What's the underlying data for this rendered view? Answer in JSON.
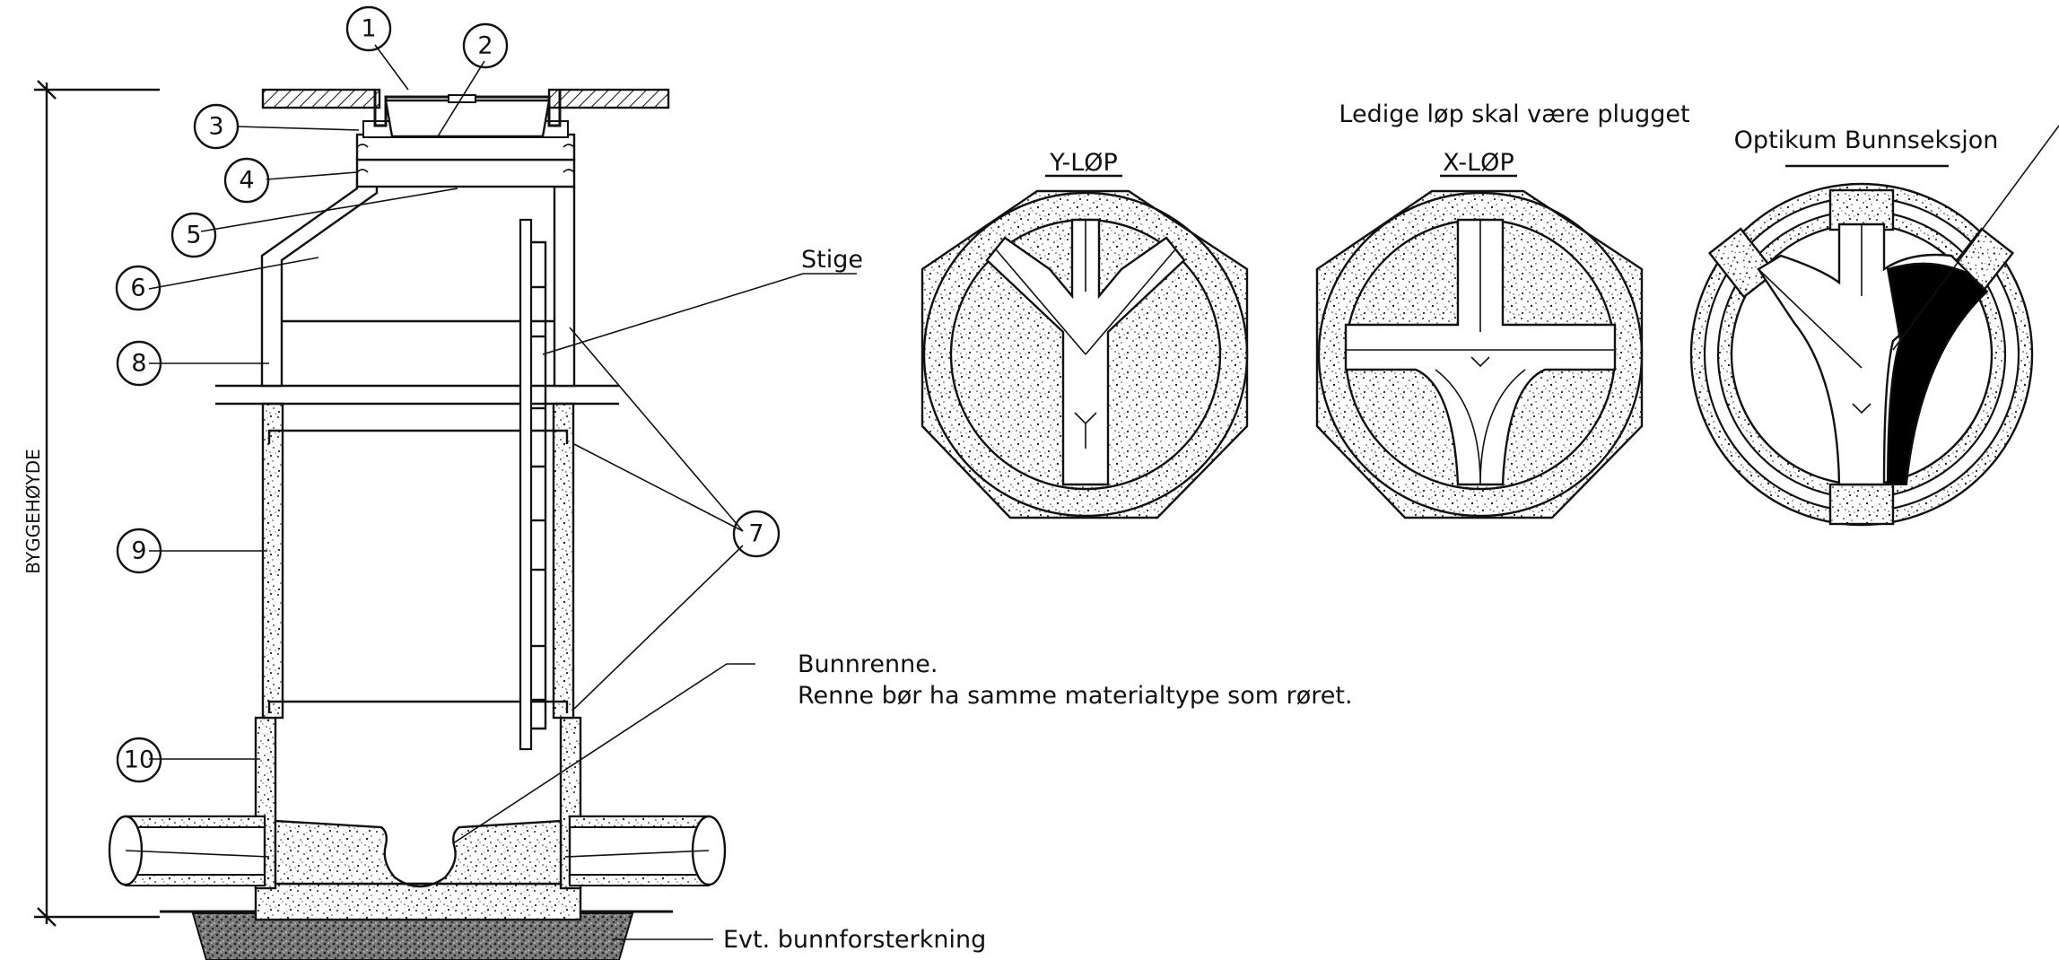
{
  "callouts": [
    {
      "id": "c1",
      "number": "1"
    },
    {
      "id": "c2",
      "number": "2"
    },
    {
      "id": "c3",
      "number": "3"
    },
    {
      "id": "c4",
      "number": "4"
    },
    {
      "id": "c5",
      "number": "5"
    },
    {
      "id": "c6",
      "number": "6"
    },
    {
      "id": "c8",
      "number": "8"
    },
    {
      "id": "c9",
      "number": "9"
    },
    {
      "id": "c10",
      "number": "10"
    },
    {
      "id": "c7",
      "number": "7"
    }
  ],
  "labels": {
    "byggehoyde": "BYGGEHØYDE",
    "stige": "Stige",
    "bunnrenne_line1": "Bunnrenne.",
    "bunnrenne_line2": "Renne bør ha samme materialtype som røret.",
    "bunnforsterkning": "Evt. bunnforsterkning",
    "ledige_lop": "Ledige løp skal være plugget",
    "y_lop": "Y-LØP",
    "x_lop": "X-LØP",
    "optikum": "Optikum Bunnseksjon"
  },
  "colors": {
    "line": "#111111",
    "background": "#ffffff",
    "fill_dark": "#000000"
  }
}
